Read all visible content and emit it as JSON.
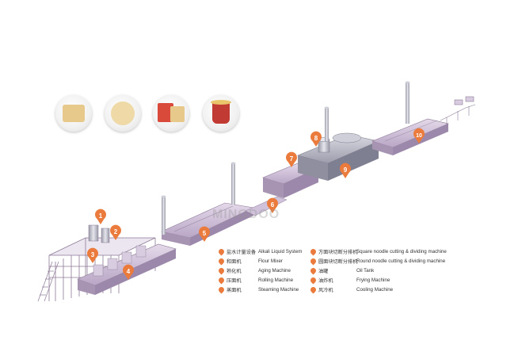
{
  "brand": {
    "watermark": "MINGDOO"
  },
  "markers": [
    "1",
    "2",
    "3",
    "4",
    "5",
    "6",
    "7",
    "8",
    "9",
    "10"
  ],
  "legend": [
    {
      "cn": "盐水计量设备",
      "en": "Alkali Liquid System"
    },
    {
      "cn": "和面机",
      "en": "Flour Mixer"
    },
    {
      "cn": "熟化机",
      "en": "Aging Machine"
    },
    {
      "cn": "压面机",
      "en": "Rolling Machine"
    },
    {
      "cn": "蒸面机",
      "en": "Steaming Machine"
    },
    {
      "cn": "方面块切断分排机",
      "en": "Square noodle  cutting & dividing machine"
    },
    {
      "cn": "圆面块切断分排机",
      "en": "Round noodle cutting & dividing machine"
    },
    {
      "cn": "油罐",
      "en": "Oil Tank"
    },
    {
      "cn": "油炸机",
      "en": "Frying Machine"
    },
    {
      "cn": "风冷机",
      "en": "Cooling Machine"
    }
  ],
  "colors": {
    "accent": "#ea7b3c",
    "machine": "#c8b6d4",
    "frame": "#8c7a96",
    "chimney": "#b8b8c4"
  }
}
